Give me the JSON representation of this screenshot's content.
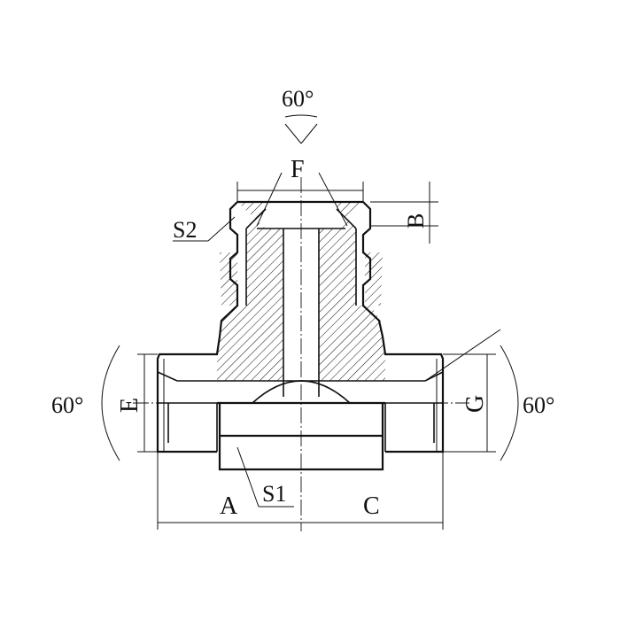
{
  "drawing": {
    "labels": {
      "top_angle": "60°",
      "F": "F",
      "S2": "S2",
      "B": "B",
      "left_angle": "60°",
      "E": "E",
      "G": "G",
      "right_angle": "60°",
      "A": "A",
      "S1": "S1",
      "C": "C"
    }
  }
}
